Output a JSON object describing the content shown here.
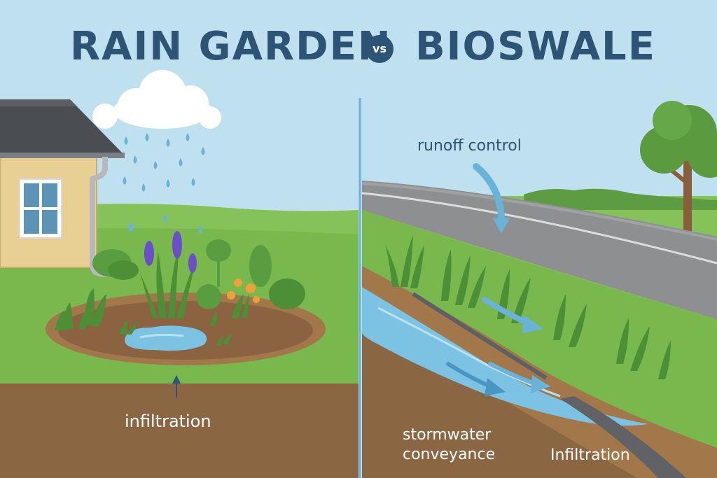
{
  "title": {
    "left": "RAIN GARDEN",
    "vs": "vs",
    "right": "BIOSWALE"
  },
  "rain_garden": {
    "infiltration_label": "infiltration"
  },
  "bioswale": {
    "runoff_label": "runoff control",
    "stormwater_label_line1": "stormwater",
    "stormwater_label_line2": "conveyance",
    "infiltration_label": "Infiltration"
  },
  "colors": {
    "sky": "#bfe0ee",
    "title": "#2d5474",
    "grass": "#7bbf4e",
    "soil": "#8a6642",
    "water": "#7cc3e3",
    "road": "#8d8f91",
    "wall": "#e8cf93",
    "roof": "#4a4d52",
    "flower_purple": "#6a4fc8",
    "flower_orange": "#f0a03a"
  },
  "icons": [
    "cloud-icon",
    "raindrop-icon",
    "house-icon",
    "tree-icon",
    "flow-arrow-icon"
  ]
}
